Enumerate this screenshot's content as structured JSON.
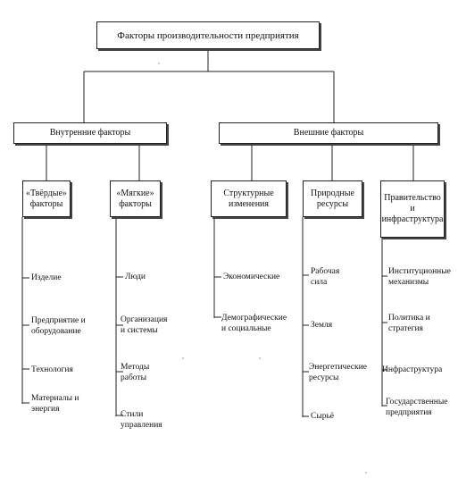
{
  "root": "Факторы производительности предприятия",
  "groups": [
    {
      "label": "Внутренние факторы",
      "columns": [
        {
          "label": "«Твёрдые»\nфакторы",
          "items": [
            "Изделие",
            "Предприятие и\nоборудование",
            "Технология",
            "Материалы и\nэнергия"
          ]
        },
        {
          "label": "«Мягкие»\nфакторы",
          "items": [
            "Люди",
            "Организация\nи системы",
            "Методы\nработы",
            "Стили\nуправления"
          ]
        }
      ]
    },
    {
      "label": "Внешние факторы",
      "columns": [
        {
          "label": "Структурные\nизменения",
          "items": [
            "Экономические",
            "Демографические\nи социальные"
          ]
        },
        {
          "label": "Природные\nресурсы",
          "items": [
            "Рабочая\nсила",
            "Земля",
            "Энергетические\nресурсы",
            "Сырьё"
          ]
        },
        {
          "label": "Правительство и\nинфраструктура",
          "items": [
            "Институционные\nмеханизмы",
            "Политика и\nстратегия",
            "Инфраструктура",
            "Государственные\nпредприятия"
          ]
        }
      ]
    }
  ]
}
